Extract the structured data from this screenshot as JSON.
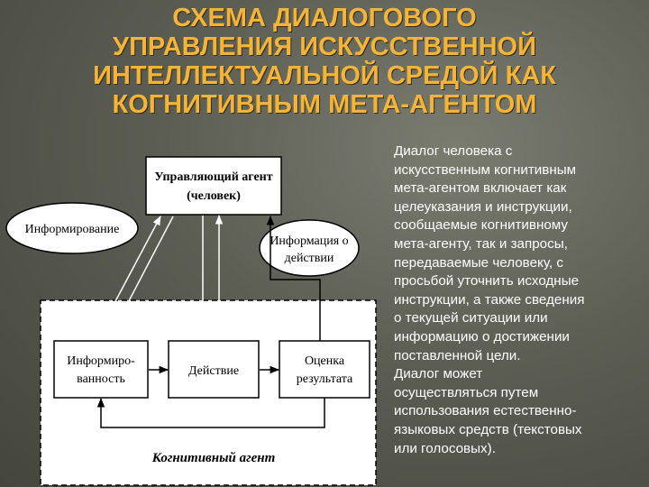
{
  "title": {
    "lines": [
      "СХЕМА ДИАЛОГОВОГО",
      "УПРАВЛЕНИЯ ИСКУССТВЕННОЙ",
      "ИНТЕЛЛЕКТУАЛЬНОЙ СРЕДОЙ КАК",
      "КОГНИТИВНЫМ МЕТА-АГЕНТОМ"
    ]
  },
  "diagram": {
    "managing_agent": [
      "Управляющий агент",
      "(человек)"
    ],
    "informing": "Информирование",
    "action_info": [
      "Информация о",
      "действии"
    ],
    "awareness": [
      "Информиро-",
      "ванность"
    ],
    "action": "Действие",
    "evaluation": [
      "Оценка",
      "результата"
    ],
    "cognitive_agent": "Когнитивный агент"
  },
  "text": {
    "lines": [
      "Диалог человека с",
      "искусственным когнитивным",
      "мета-агентом включает как",
      "целеуказания и инструкции,",
      "сообщаемые когнитивному",
      "мета-агенту, так и запросы,",
      "передаваемые человеку, с",
      "просьбой уточнить исходные",
      "инструкции, а также сведения",
      "о текущей ситуации или",
      "информацию о достижении",
      "поставленной цели.",
      "Диалог может",
      "осуществляться путем",
      "использования естественно-",
      "языковых средств (текстовых",
      "или голосовых)."
    ]
  },
  "colors": {
    "title": "#f2b53a",
    "background": "#5c5e54",
    "text": "#ffffff"
  }
}
